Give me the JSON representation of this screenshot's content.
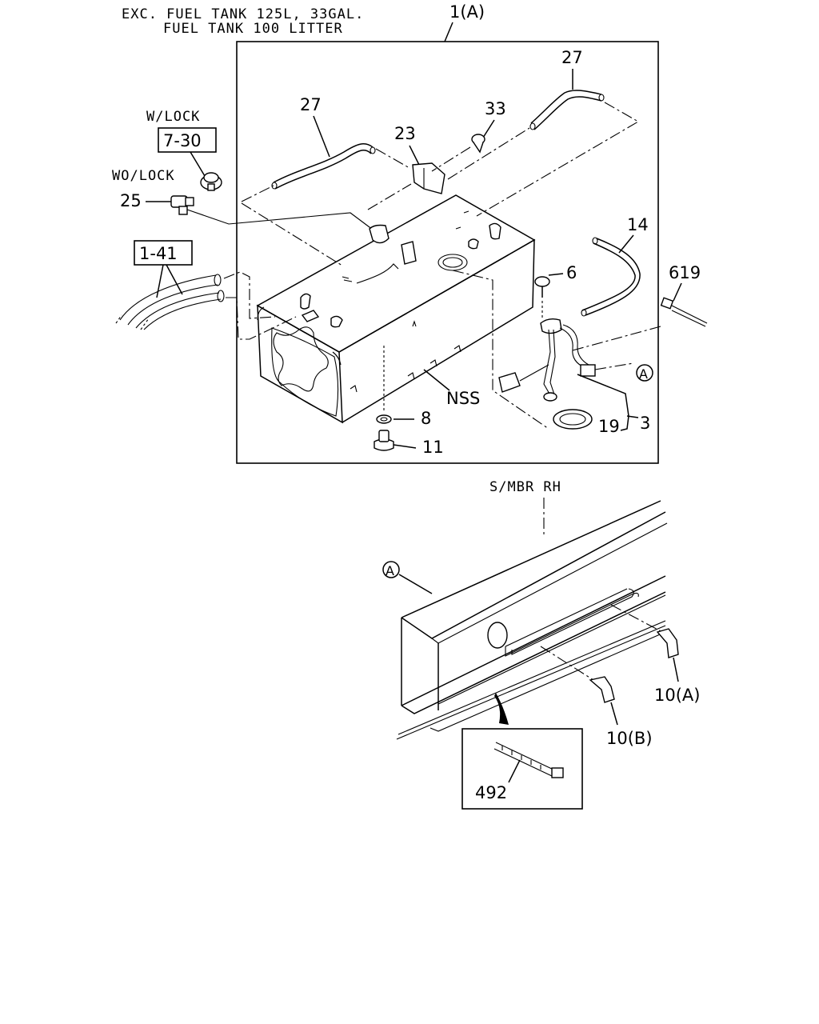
{
  "header": {
    "line1": "EXC. FUEL TANK 125L, 33GAL.",
    "line2": "FUEL TANK 100 LITTER"
  },
  "assembly_label": "1(A)",
  "notes": {
    "w_lock": "W/LOCK",
    "wo_lock": "WO/LOCK",
    "side_member": "S/MBR RH",
    "nss": "NSS"
  },
  "ref_boxes": {
    "cap_ref": "7-30",
    "pipe_ref": "1-41"
  },
  "callouts": {
    "hose_left": "27",
    "hose_right": "27",
    "bracket": "23",
    "screw": "33",
    "cap": "25",
    "vent_hose": "14",
    "bolt": "6",
    "tie_right": "619",
    "gauge_unit": "3",
    "gasket": "19",
    "washer": "8",
    "drain_plug": "11",
    "clip_a": "10(A)",
    "clip_b": "10(B)",
    "tie_inset": "492"
  },
  "connectors": {
    "a_upper": "A",
    "a_lower": "A"
  },
  "icons": [
    "fuel-tank-icon",
    "filler-cap-icon",
    "locking-cap-icon",
    "gauge-unit-icon",
    "gasket-ring-icon",
    "drain-plug-icon",
    "washer-icon",
    "cable-tie-icon",
    "clip-icon",
    "side-member-icon",
    "hose-icon",
    "bracket-icon",
    "screw-icon",
    "bolt-icon",
    "inset-arrow-icon"
  ]
}
